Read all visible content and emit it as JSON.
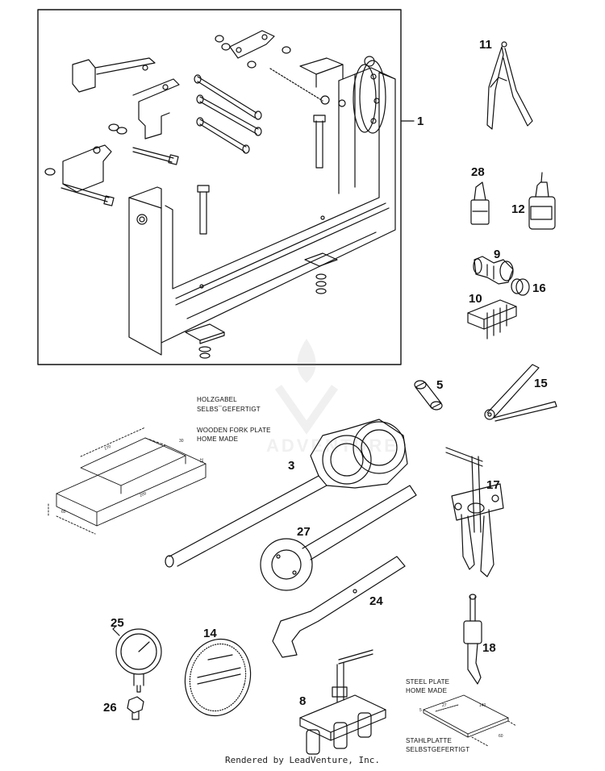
{
  "callouts": {
    "c1": "1",
    "c11": "11",
    "c28": "28",
    "c12": "12",
    "c9": "9",
    "c16": "16",
    "c10": "10",
    "c5": "5",
    "c15": "15",
    "c3": "3",
    "c17": "17",
    "c27": "27",
    "c24": "24",
    "c25": "25",
    "c14": "14",
    "c18": "18",
    "c26": "26",
    "c8": "8"
  },
  "notes": {
    "fork_de_1": "HOLZGABEL",
    "fork_de_2": "SELBS¯GEFERTIGT",
    "fork_en_1": "WOODEN FORK PLATE",
    "fork_en_2": "HOME MADE",
    "plate_en_1": "STEEL PLATE",
    "plate_en_2": "HOME MADE",
    "plate_de_1": "STAHLPLATTE",
    "plate_de_2": "SELBSTGEFERTIGT"
  },
  "dims": {
    "fork_a": "170",
    "fork_b": "30",
    "fork_c": "15",
    "fork_d": "200",
    "fork_e": "60",
    "plate_a": "140",
    "plate_b": "27",
    "plate_c": "5",
    "plate_d": "60"
  },
  "watermark": "ADVENTURE",
  "footer": "Rendered by LeadVenture, Inc.",
  "colors": {
    "line": "#111111",
    "watermark": "#888888"
  }
}
